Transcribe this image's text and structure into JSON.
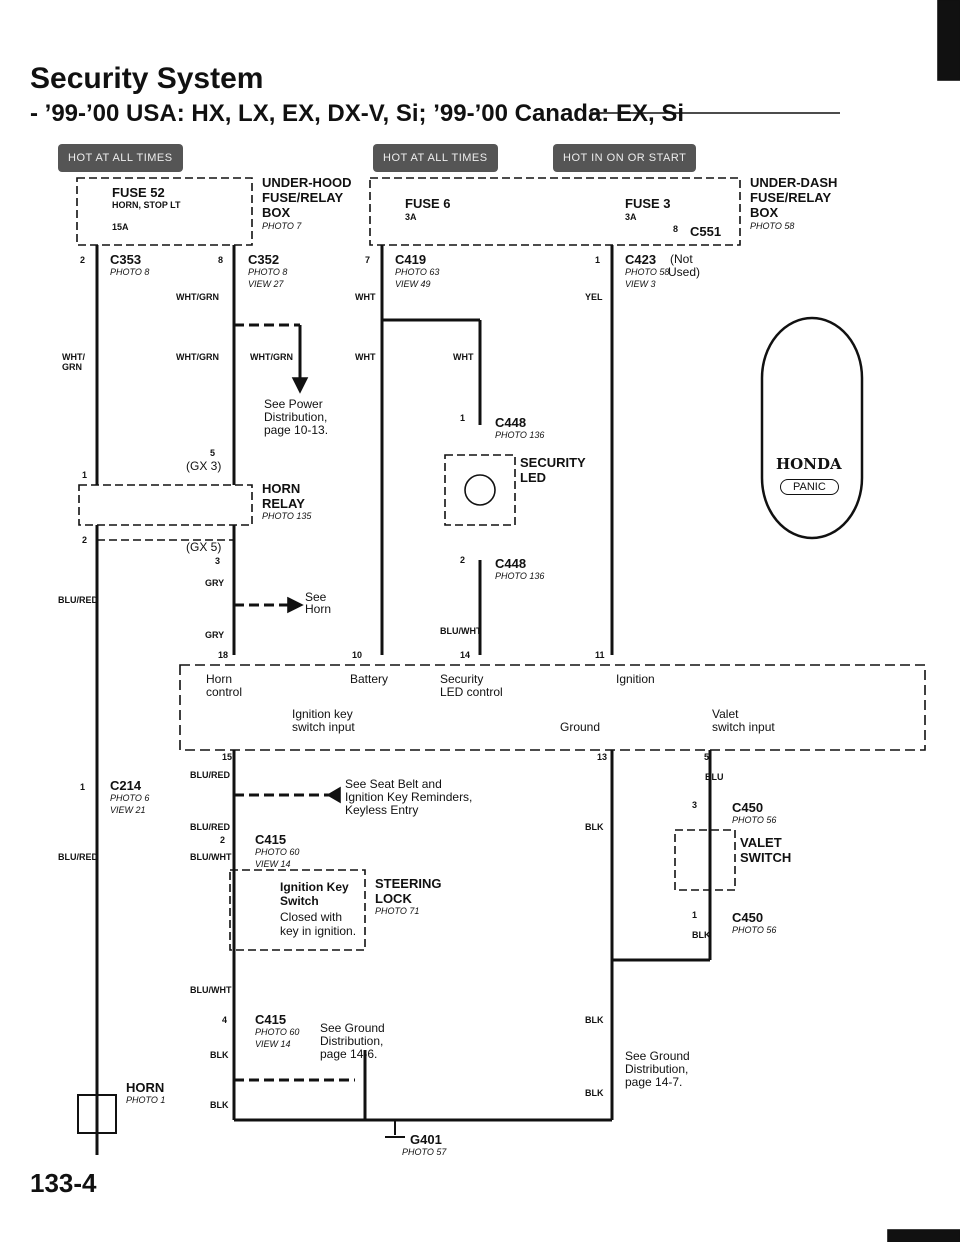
{
  "title": "Security System",
  "subtitle": "-  ’99-’00 USA: HX, LX, EX, DX-V, Si; ’99-’00 Canada: EX, Si",
  "hot_labels": {
    "left": "HOT AT ALL TIMES",
    "mid": "HOT AT ALL TIMES",
    "right": "HOT IN ON OR START"
  },
  "hood_box": {
    "fuse": "FUSE 52",
    "fuse_desc": "HORN, STOP LT",
    "fuse_amp": "15A",
    "name": "UNDER-HOOD",
    "name2": "FUSE/RELAY",
    "name3": "BOX",
    "photo": "PHOTO 7"
  },
  "dash_box": {
    "fuse6": "FUSE 6",
    "fuse6_amp": "3A",
    "fuse3": "FUSE 3",
    "fuse3_amp": "3A",
    "name": "UNDER-DASH",
    "name2": "FUSE/RELAY",
    "name3": "BOX",
    "photo": "PHOTO 58",
    "c551": "C551",
    "c551_pin": "8"
  },
  "connectors": {
    "c353": "C353",
    "c353_photo": "PHOTO 8",
    "c353_pin": "2",
    "c352": "C352",
    "c352_photo": "PHOTO 8",
    "c352_view": "VIEW 27",
    "c352_pin": "8",
    "c419": "C419",
    "c419_photo": "PHOTO 63",
    "c419_view": "VIEW 49",
    "c419_pin": "7",
    "c423": "C423",
    "c423_note": "(Not",
    "c423_note2": "Used)",
    "c423_photo": "PHOTO 58",
    "c423_view": "VIEW 3",
    "c423_pin": "1",
    "c448a": "C448",
    "c448a_photo": "PHOTO 136",
    "c448a_pin": "1",
    "c448b": "C448",
    "c448b_photo": "PHOTO 136",
    "c448b_pin": "2",
    "c214": "C214",
    "c214_photo": "PHOTO 6",
    "c214_view": "VIEW 21",
    "c214_pin": "1",
    "c415a": "C415",
    "c415a_photo": "PHOTO 60",
    "c415a_view": "VIEW 14",
    "c415a_pin": "2",
    "c415b": "C415",
    "c415b_photo": "PHOTO 60",
    "c415b_view": "VIEW 14",
    "c415b_pin": "4",
    "c450a": "C450",
    "c450a_photo": "PHOTO 56",
    "c450a_pin": "3",
    "c450b": "C450",
    "c450b_photo": "PHOTO 56",
    "c450b_pin": "1",
    "g401": "G401",
    "g401_photo": "PHOTO 57"
  },
  "wires": {
    "whtgrn": "WHT/GRN",
    "wht_grn": "WHT/ GRN",
    "wht": "WHT",
    "yel": "YEL",
    "blured": "BLU/RED",
    "blured2": "BLU/RED",
    "gry": "GRY",
    "gry2": "GRY",
    "bluwht": "BLU/WHT",
    "blu": "BLU",
    "blk": "BLK"
  },
  "notes": {
    "power": "See Power Distribution, page 10-13.",
    "gx3": "(GX 3)",
    "gx3_pin": "5",
    "gx3_pin1": "1",
    "gx5": "(GX 5)",
    "gx5_pin": "2",
    "gx5_pin3": "3",
    "see_horn": "See",
    "see_horn2": "Horn",
    "seat_belt": "See Seat Belt and Ignition Key Reminders, Keyless Entry",
    "ground1": "See Ground Distribution, page 14-6.",
    "ground2": "See Ground Distribution, page 14-7."
  },
  "components": {
    "horn_relay": "HORN",
    "horn_relay2": "RELAY",
    "horn_relay_photo": "PHOTO 135",
    "security_led": "SECURITY",
    "security_led2": "LED",
    "steering": "STEERING",
    "steering2": "LOCK",
    "steering_photo": "PHOTO 71",
    "ign_key": "Ignition Key",
    "ign_key2": "Switch",
    "ign_key3": "Closed with",
    "ign_key4": "key in ignition.",
    "valet": "VALET",
    "valet2": "SWITCH",
    "horn": "HORN",
    "horn_photo": "PHOTO 1",
    "fob_brand": "HONDA",
    "fob_panic": "PANIC"
  },
  "control_unit": {
    "pins_top": {
      "p18": "18",
      "p10": "10",
      "p14": "14",
      "p11": "11"
    },
    "pins_bot": {
      "p15": "15",
      "p13": "13",
      "p5": "5"
    },
    "horn_control": "Horn",
    "horn_control2": "control",
    "battery": "Battery",
    "security_led": "Security",
    "security_led2": "LED control",
    "ignition": "Ignition",
    "ign_key_input": "Ignition key",
    "ign_key_input2": "switch input",
    "ground": "Ground",
    "valet_input": "Valet",
    "valet_input2": "switch input"
  },
  "page_number": "133-4"
}
